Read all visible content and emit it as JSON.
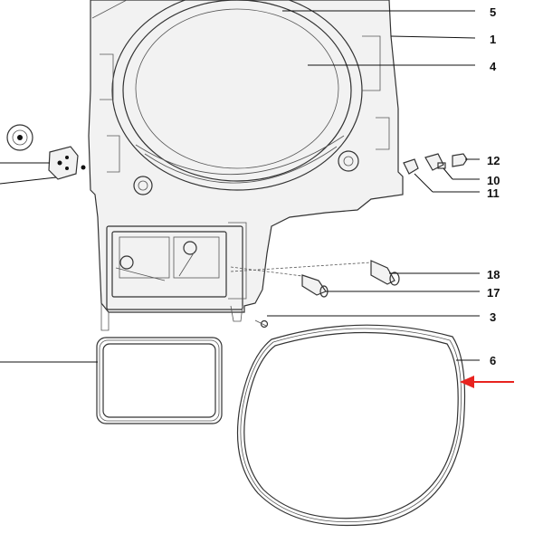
{
  "diagram": {
    "callouts": [
      "5",
      "1",
      "4",
      "12",
      "10",
      "11",
      "18",
      "17",
      "3",
      "6"
    ],
    "accent_color": "#e8231f",
    "line_color": "#111111"
  }
}
